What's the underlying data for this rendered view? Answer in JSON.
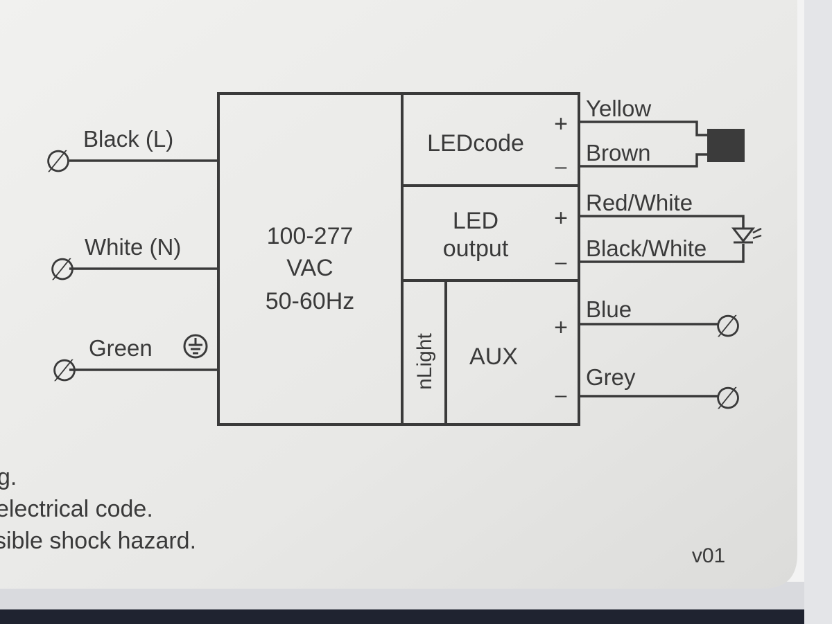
{
  "diagram": {
    "inputs": [
      {
        "label": "Black (L)"
      },
      {
        "label": "White (N)"
      },
      {
        "label": "Green"
      }
    ],
    "driver": {
      "line1": "100-277",
      "line2": "VAC",
      "line3": "50-60Hz"
    },
    "blocks": {
      "ledcode": "LEDcode",
      "led_output_1": "LED",
      "led_output_2": "output",
      "aux": "AUX",
      "nlight": "nLight"
    },
    "polarity": {
      "plus": "+",
      "minus": "–"
    },
    "outputs": {
      "yellow": "Yellow",
      "brown": "Brown",
      "red_white": "Red/White",
      "black_white": "Black/White",
      "blue": "Blue",
      "grey": "Grey"
    },
    "terminal_symbol": "∅",
    "notes": [
      "g.",
      "electrical code.",
      "sible shock hazard."
    ],
    "version": "v01"
  },
  "colors": {
    "label_bg": "#ececec",
    "ink": "#3a3a3a",
    "bracket": "#f2f2f2"
  }
}
